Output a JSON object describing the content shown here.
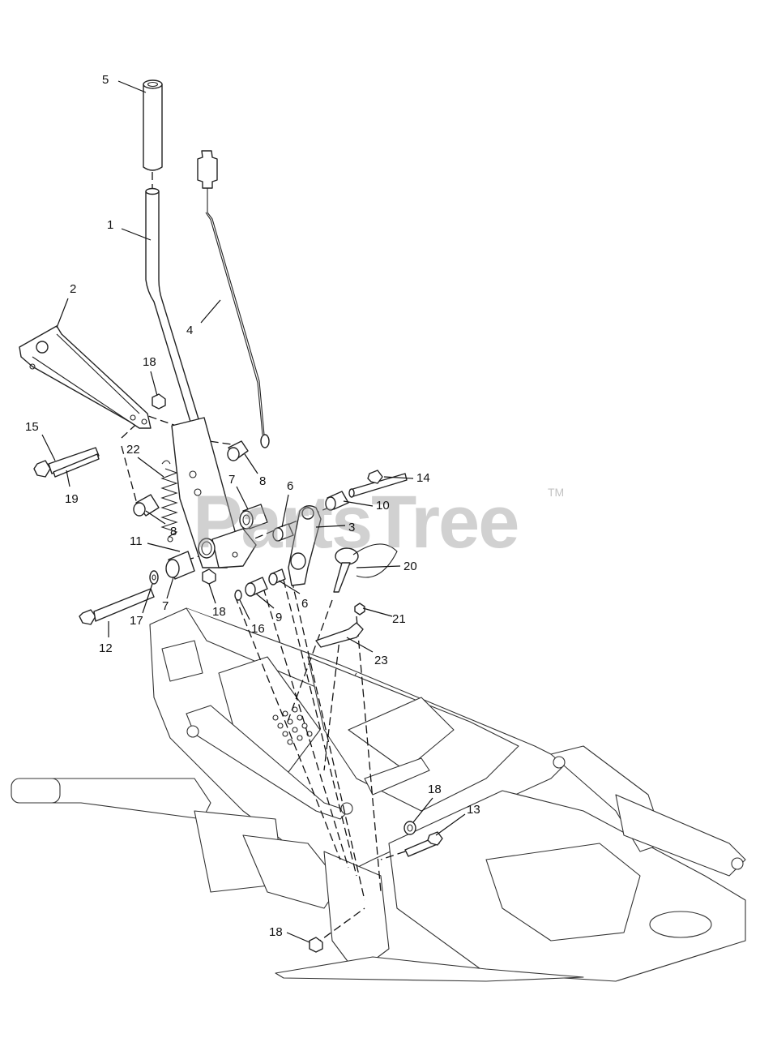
{
  "watermark": {
    "text": "PartsTree",
    "mark": "TM",
    "color": "#9a9a9a"
  },
  "callouts": {
    "c1": "1",
    "c2": "2",
    "c3": "3",
    "c4": "4",
    "c5": "5",
    "c6a": "6",
    "c6b": "6",
    "c7a": "7",
    "c7b": "7",
    "c8a": "8",
    "c8b": "8",
    "c9": "9",
    "c10": "10",
    "c11": "11",
    "c12": "12",
    "c13": "13",
    "c14": "14",
    "c15": "15",
    "c16": "16",
    "c17": "17",
    "c18a": "18",
    "c18b": "18",
    "c18c": "18",
    "c18d": "18",
    "c19": "19",
    "c20": "20",
    "c21": "21",
    "c22": "22",
    "c23": "23"
  },
  "colors": {
    "line": "#222222",
    "background": "#ffffff"
  }
}
